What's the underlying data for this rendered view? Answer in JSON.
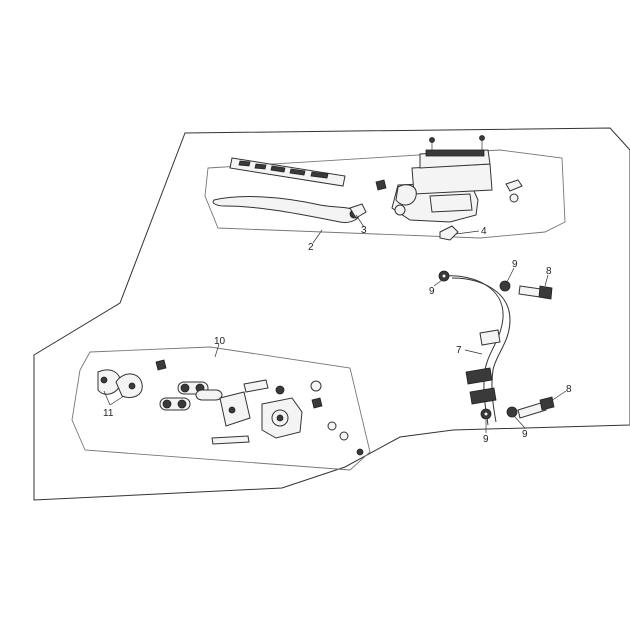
{
  "callouts": {
    "c2": "2",
    "c3": "3",
    "c4": "4",
    "c7": "7",
    "c8a": "8",
    "c8b": "8",
    "c9a": "9",
    "c9b": "9",
    "c9c": "9",
    "c9d": "9",
    "c10": "10",
    "c11": "11"
  },
  "colors": {
    "line": "#333333",
    "background": "#ffffff"
  }
}
